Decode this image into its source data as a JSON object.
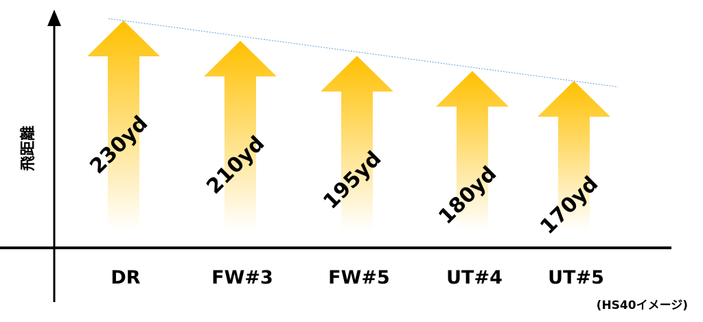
{
  "chart_data": {
    "type": "bar",
    "ylabel": "飛距離",
    "categories": [
      "DR",
      "FW#3",
      "FW#5",
      "UT#4",
      "UT#5"
    ],
    "values": [
      230,
      210,
      195,
      180,
      170
    ],
    "value_labels": [
      "230yd",
      "210yd",
      "195yd",
      "180yd",
      "170yd"
    ],
    "note": "(HS40イメージ)",
    "trend_line": true,
    "grid": false,
    "colors": {
      "arrow_top": "#ffc000",
      "arrow_fade": "#ffffff",
      "trend": "#5b9bd5",
      "axis": "#000000"
    }
  }
}
